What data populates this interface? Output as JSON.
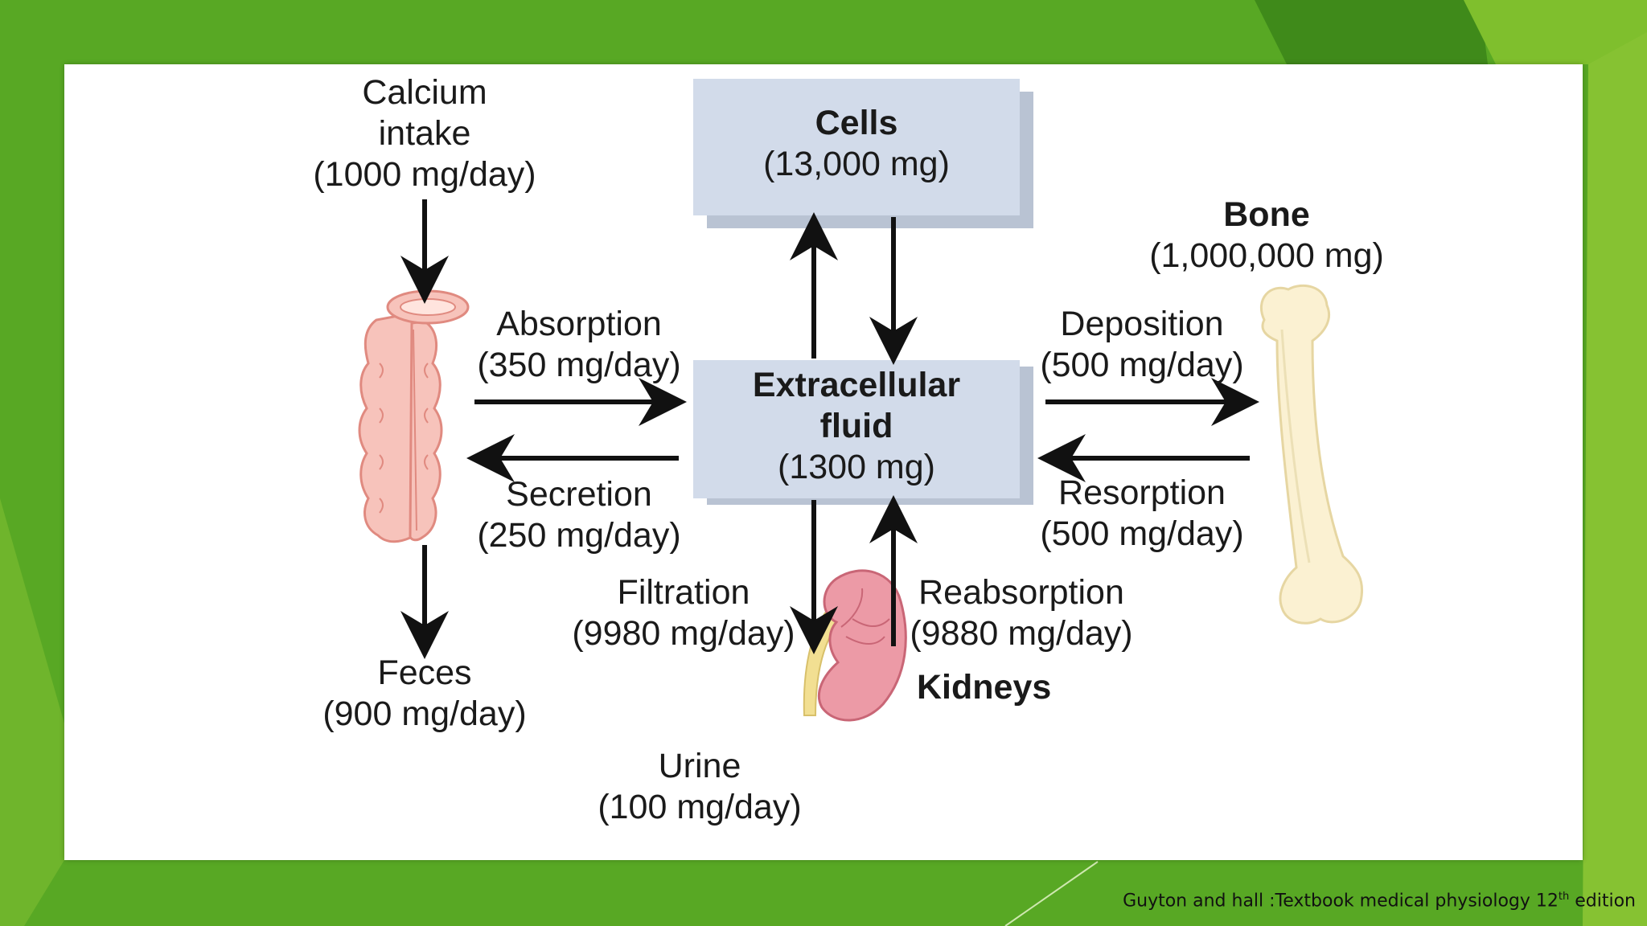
{
  "diagram": {
    "cells": {
      "title": "Cells",
      "amount": "(13,000 mg)"
    },
    "ecf": {
      "title_line1": "Extracellular",
      "title_line2": "fluid",
      "amount": "(1300 mg)"
    },
    "bone": {
      "title": "Bone",
      "amount": "(1,000,000 mg)"
    },
    "kidneys": {
      "title": "Kidneys"
    },
    "intake": {
      "line1": "Calcium",
      "line2": "intake",
      "line3": "(1000 mg/day)"
    },
    "absorption": {
      "label": "Absorption",
      "rate": "(350 mg/day)"
    },
    "secretion": {
      "label": "Secretion",
      "rate": "(250 mg/day)"
    },
    "deposition": {
      "label": "Deposition",
      "rate": "(500 mg/day)"
    },
    "resorption": {
      "label": "Resorption",
      "rate": "(500 mg/day)"
    },
    "filtration": {
      "label": "Filtration",
      "rate": "(9980 mg/day)"
    },
    "reabsorption": {
      "label": "Reabsorption",
      "rate": "(9880 mg/day)"
    },
    "feces": {
      "label": "Feces",
      "rate": "(900 mg/day)"
    },
    "urine": {
      "label": "Urine",
      "rate": "(100 mg/day)"
    }
  },
  "citation": {
    "text": "Guyton and hall :Textbook medical physiology 12",
    "superscript": "th",
    "suffix": " edition"
  },
  "colors": {
    "background": "#58a824",
    "box": "#d2dbea",
    "box_shadow": "#b9c3d3",
    "arrow": "#111111"
  }
}
